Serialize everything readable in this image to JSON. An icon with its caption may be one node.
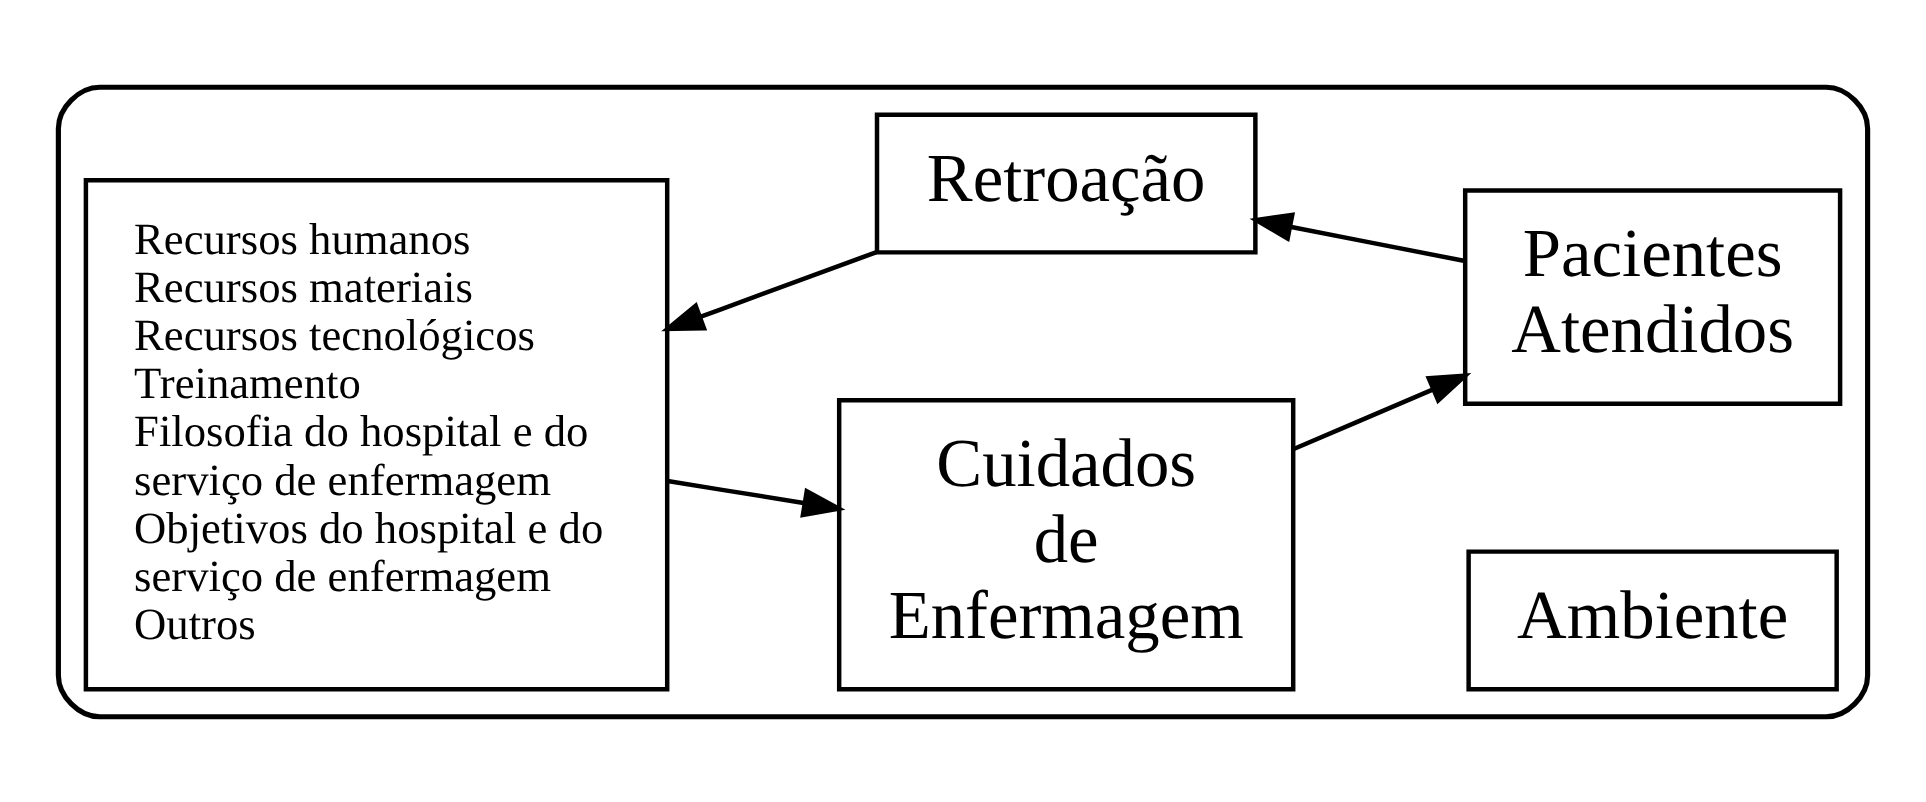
{
  "diagram": {
    "nodes": [
      {
        "text": [],
        "shape": "box"
      },
      {
        "text": [
          "Recursos humanos",
          "Recursos materiais",
          "Recursos tecnológicos",
          "Treinamento",
          "Filosofia do hospital e do serviço de enfermagem",
          "Objetivos do hospital e do serviço de enfermagem",
          "Outros"
        ],
        "in": 0
      },
      {
        "text": [
          "Cuidados de Enfermagem"
        ],
        "in": 0
      },
      {
        "text": [
          "Ambiente"
        ],
        "in": 0
      },
      {
        "text": [
          "Pacientes Atendidos"
        ],
        "in": 0
      },
      {
        "text": [
          "Retroação"
        ],
        "in": 0
      }
    ],
    "edges": [
      {
        "from": 1,
        "to": 2,
        "arrow": "to"
      },
      {
        "from": 2,
        "to": 4,
        "arrow": "to"
      },
      {
        "from": 4,
        "to": 5,
        "arrow": "to"
      },
      {
        "from": 5,
        "to": 1,
        "arrow": "to"
      }
    ]
  }
}
